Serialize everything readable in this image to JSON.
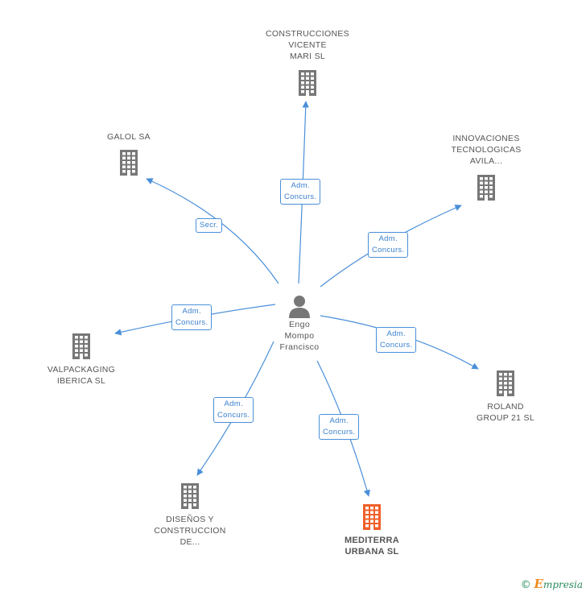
{
  "center": {
    "name": "Engo\nMompo\nFrancisco",
    "icon": "person-icon"
  },
  "nodes": [
    {
      "id": "construcciones",
      "name": "CONSTRUCCIONES\nVICENTE\nMARI SL",
      "icon": "building-icon",
      "color": "#777777"
    },
    {
      "id": "galol",
      "name": "GALOL SA",
      "icon": "building-icon",
      "color": "#777777"
    },
    {
      "id": "innovaciones",
      "name": "INNOVACIONES\nTECNOLOGICAS\nAVILA...",
      "icon": "building-icon",
      "color": "#777777"
    },
    {
      "id": "valpackaging",
      "name": "VALPACKAGING\nIBERICA SL",
      "icon": "building-icon",
      "color": "#777777"
    },
    {
      "id": "roland",
      "name": "ROLAND\nGROUP 21 SL",
      "icon": "building-icon",
      "color": "#777777"
    },
    {
      "id": "disenos",
      "name": "DISEÑOS Y\nCONSTRUCCION\nDE...",
      "icon": "building-icon",
      "color": "#777777"
    },
    {
      "id": "mediterra",
      "name": "MEDITERRA\nURBANA SL",
      "icon": "building-icon",
      "color": "#f0602a",
      "highlight": true
    }
  ],
  "edges": [
    {
      "to": "construcciones",
      "label": "Adm.\nConcurs."
    },
    {
      "to": "galol",
      "label": "Secr."
    },
    {
      "to": "innovaciones",
      "label": "Adm.\nConcurs."
    },
    {
      "to": "valpackaging",
      "label": "Adm.\nConcurs."
    },
    {
      "to": "roland",
      "label": "Adm.\nConcurs."
    },
    {
      "to": "disenos",
      "label": "Adm.\nConcurs."
    },
    {
      "to": "mediterra",
      "label": "Adm.\nConcurs."
    }
  ],
  "colors": {
    "edge": "#4a8fd9",
    "building": "#777777",
    "highlight": "#f0602a",
    "person": "#777777"
  },
  "credit": {
    "symbol": "©",
    "brand_initial": "E",
    "brand_rest": "mpresia"
  }
}
